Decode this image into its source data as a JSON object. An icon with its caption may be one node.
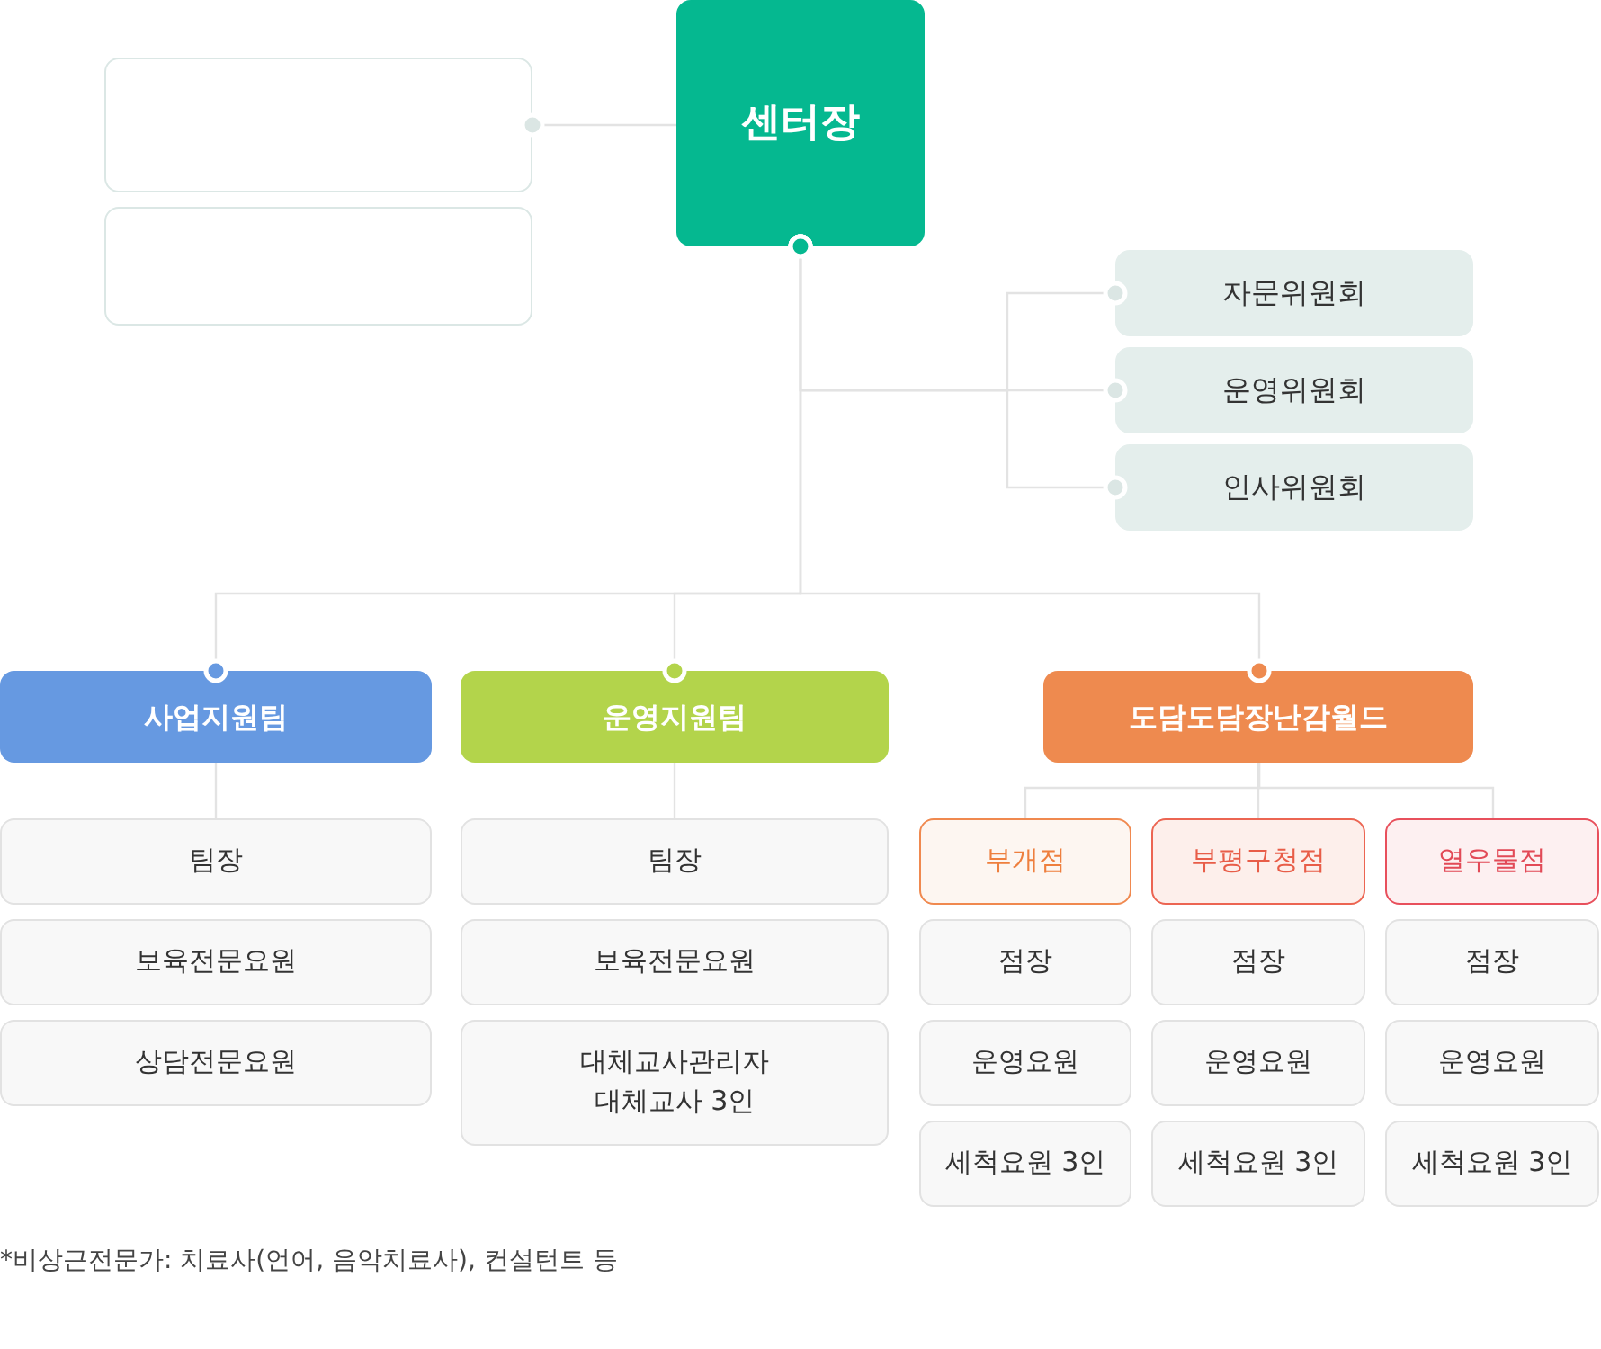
{
  "diagram": {
    "nodes": [
      {
        "text": [
          "센터장"
        ]
      },
      {
        "text": [],
        "shape": "box"
      },
      {
        "text": [],
        "shape": "box"
      },
      {
        "text": [
          "자문위원회"
        ]
      },
      {
        "text": [
          "운영위원회"
        ]
      },
      {
        "text": [
          "인사위원회"
        ]
      },
      {
        "text": [
          "사업지원팀"
        ]
      },
      {
        "text": [
          "운영지원팀"
        ]
      },
      {
        "text": [
          "도담도담장난감월드"
        ]
      },
      {
        "text": [
          "팀장"
        ]
      },
      {
        "text": [
          "보육전문요원"
        ]
      },
      {
        "text": [
          "상담전문요원"
        ]
      },
      {
        "text": [
          "팀장"
        ]
      },
      {
        "text": [
          "보육전문요원"
        ]
      },
      {
        "text": [
          "대체교사관리자",
          "대체교사 3인"
        ]
      },
      {
        "text": [
          "부개점"
        ]
      },
      {
        "text": [
          "부평구청점"
        ]
      },
      {
        "text": [
          "열우물점"
        ]
      },
      {
        "text": [
          "점장"
        ]
      },
      {
        "text": [
          "운영요원"
        ]
      },
      {
        "text": [
          "세척요원 3인"
        ]
      },
      {
        "text": [
          "점장"
        ]
      },
      {
        "text": [
          "운영요원"
        ]
      },
      {
        "text": [
          "세척요원 3인"
        ]
      },
      {
        "text": [
          "점장"
        ]
      },
      {
        "text": [
          "운영요원"
        ]
      },
      {
        "text": [
          "세척요원 3인"
        ]
      }
    ],
    "edges": [
      {
        "from": 0,
        "to": 1,
        "arrow": "other"
      },
      {
        "from": 0,
        "to": 3,
        "arrow": "other"
      },
      {
        "from": 0,
        "to": 4,
        "arrow": "other"
      },
      {
        "from": 0,
        "to": 5,
        "arrow": "other"
      },
      {
        "from": 0,
        "to": 6,
        "arrow": "other"
      },
      {
        "from": 0,
        "to": 7,
        "arrow": "other"
      },
      {
        "from": 0,
        "to": 8,
        "arrow": "other"
      },
      {
        "from": 6,
        "to": 9,
        "arrow": "none"
      },
      {
        "from": 7,
        "to": 12,
        "arrow": "none"
      },
      {
        "from": 8,
        "to": 15,
        "arrow": "none"
      },
      {
        "from": 8,
        "to": 16,
        "arrow": "none"
      },
      {
        "from": 8,
        "to": 17,
        "arrow": "none"
      }
    ],
    "labels": [
      "*비상근전문가: 치료사(언어, 음악치료사), 컨설턴트 등"
    ]
  }
}
